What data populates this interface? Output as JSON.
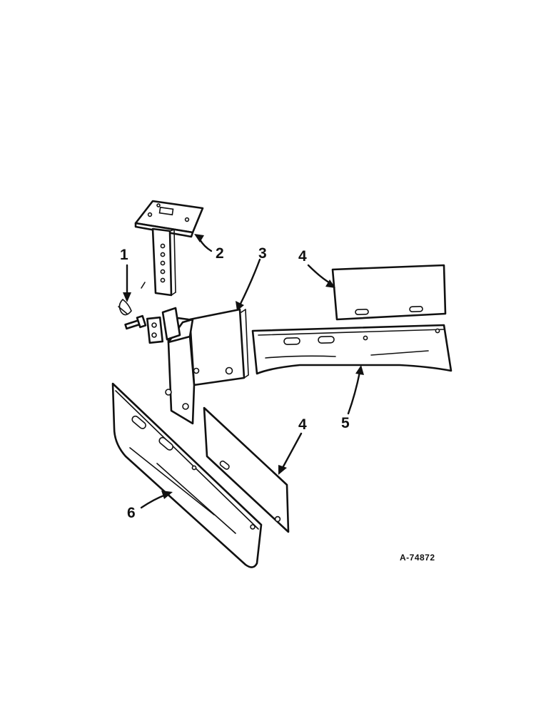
{
  "callouts": {
    "pin_clip": "1",
    "mounting_bracket": "2",
    "support_arm": "3",
    "shim_upper": "4",
    "moldboard_extension": "5",
    "shim_lower": "4",
    "blade": "6"
  },
  "reference_number": "A-74872",
  "colors": {
    "ink": "#111111",
    "paper": "#ffffff"
  }
}
